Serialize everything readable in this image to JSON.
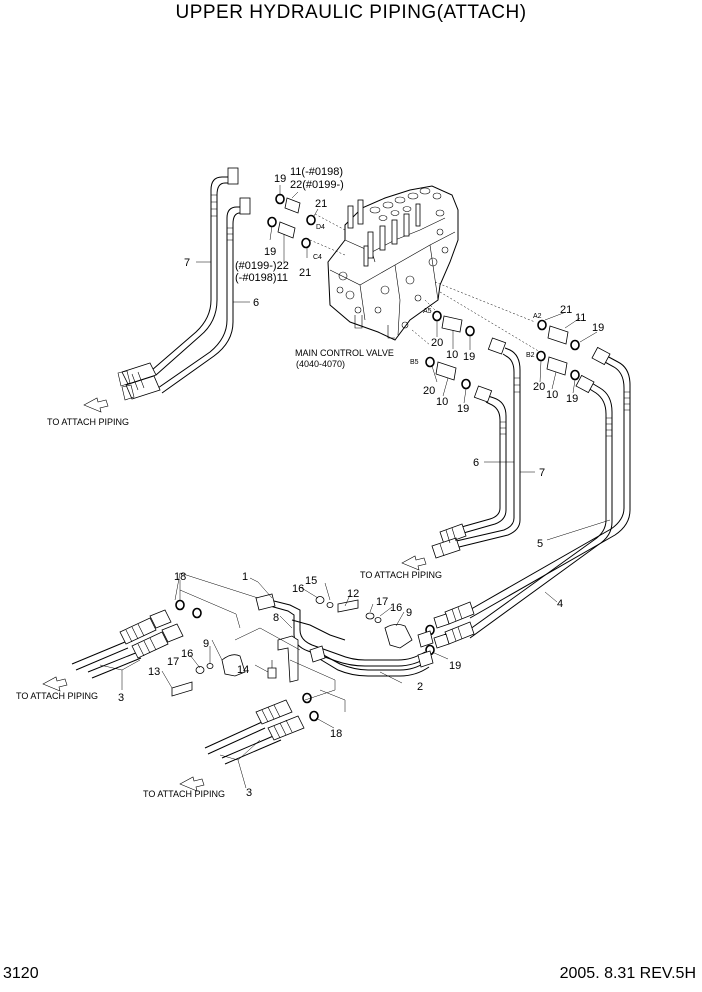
{
  "title": "UPPER HYDRAULIC PIPING(ATTACH)",
  "footer": {
    "page_number": "3120",
    "revision": "2005. 8.31  REV.5H"
  },
  "annotations": {
    "main_control_valve": "MAIN CONTROL VALVE",
    "valve_range": "(4040-4070)",
    "to_attach_piping": "TO ATTACH PIPING"
  },
  "part_labels": {
    "p1": "1",
    "p2": "2",
    "p3": "3",
    "p4": "4",
    "p5": "5",
    "p6": "6",
    "p7": "7",
    "p8": "8",
    "p9": "9",
    "p10": "10",
    "p11": "11",
    "p12": "12",
    "p13": "13",
    "p14": "14",
    "p15": "15",
    "p16": "16",
    "p17": "17",
    "p18": "18",
    "p19": "19",
    "p20": "20",
    "p21": "21",
    "p22": "22",
    "p11_serial_top": "11(-#0198)",
    "p22_serial_top": "22(#0199-)",
    "p22_serial_left": "(#0199-)22",
    "p11_serial_left": "(-#0198)11"
  },
  "port_labels": {
    "d4": "D4",
    "c4": "C4",
    "a5": "A5",
    "b5": "B5",
    "a2": "A2",
    "b2": "B2"
  }
}
